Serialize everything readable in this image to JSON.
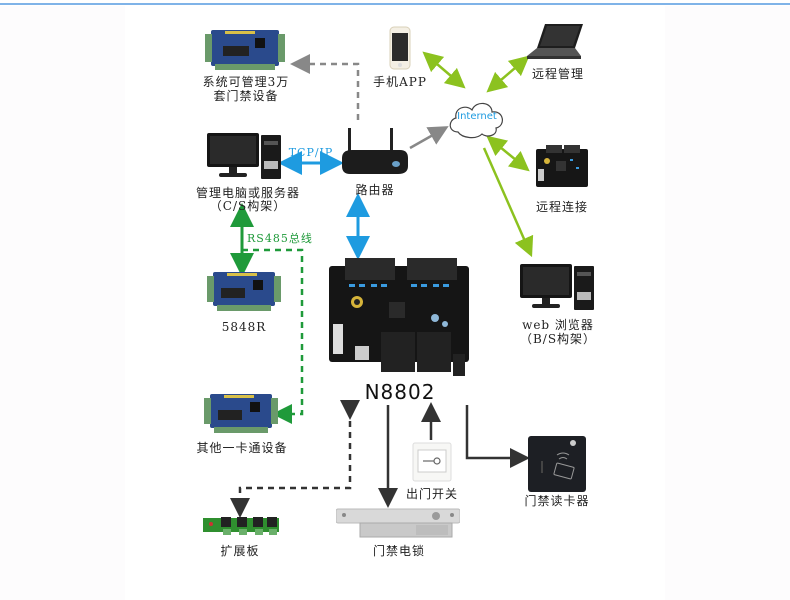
{
  "colors": {
    "network": "#1e9be0",
    "internet": "#8cc21f",
    "rs485": "#1f9a3a",
    "control": "#333333",
    "management": "#888888",
    "topline": "#7fb3e8"
  },
  "nodes": {
    "access_controllers": {
      "label_1": "系统可管理3万",
      "label_2": "套门禁设备",
      "icon": "controller-board-icon"
    },
    "mobile_app": {
      "label": "手机APP",
      "icon": "smartphone-icon"
    },
    "remote_management": {
      "label": "远程管理",
      "icon": "laptop-icon"
    },
    "internet": {
      "label": "Internet",
      "icon": "cloud-icon"
    },
    "management_pc": {
      "label_1": "管理电脑或服务器",
      "label_2": "（C/S构架）",
      "icon": "desktop-computer-icon"
    },
    "router": {
      "label": "路由器",
      "icon": "router-icon"
    },
    "remote_connection": {
      "label": "远程连接",
      "icon": "controller-board-icon"
    },
    "rs485_bus": {
      "label": "RS485总线"
    },
    "tcpip_link": {
      "label": "TCP/IP"
    },
    "board_5848r": {
      "label": "5848R",
      "icon": "controller-board-icon"
    },
    "controller_n8802": {
      "label": "N8802",
      "icon": "controller-board-icon"
    },
    "web_browser": {
      "label_1": "web 浏览器",
      "label_2": "（B/S构架）",
      "icon": "desktop-computer-icon"
    },
    "other_card_devices": {
      "label": "其他一卡通设备",
      "icon": "controller-board-icon"
    },
    "exit_button": {
      "label": "出门开关",
      "icon": "exit-button-icon"
    },
    "card_reader": {
      "label": "门禁读卡器",
      "icon": "card-reader-icon"
    },
    "expansion_board": {
      "label": "扩展板",
      "icon": "expansion-board-icon"
    },
    "electric_lock": {
      "label": "门禁电锁",
      "icon": "electric-lock-icon"
    }
  }
}
